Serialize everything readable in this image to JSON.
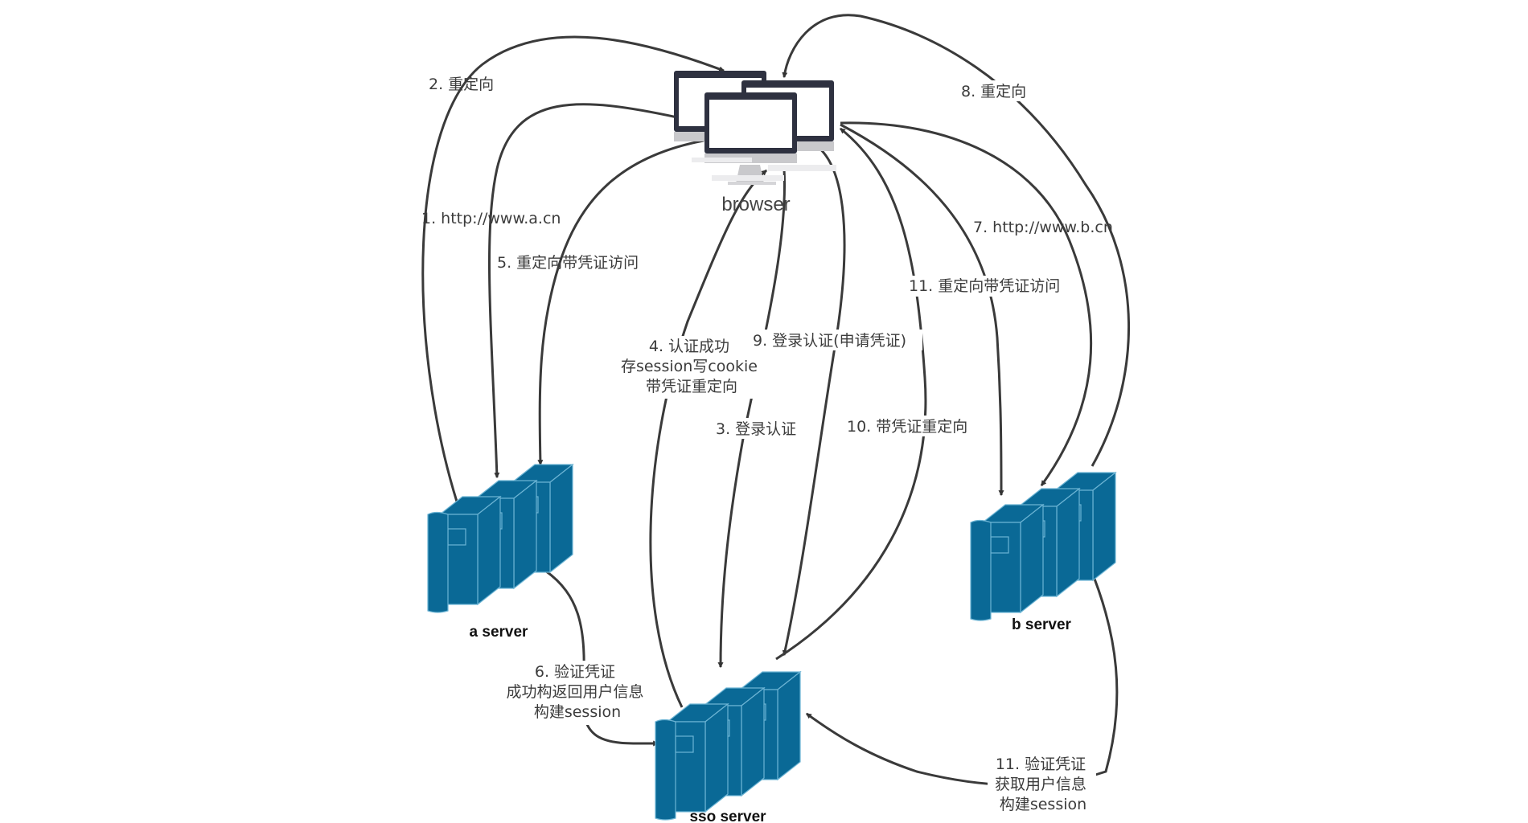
{
  "nodes": {
    "browser": {
      "label": "browser"
    },
    "a_server": {
      "label": "a server"
    },
    "b_server": {
      "label": "b server"
    },
    "sso_server": {
      "label": "sso server"
    }
  },
  "colors": {
    "server_fill": "#0a6996",
    "server_edge": "#6cb4d4",
    "edge_stroke": "#3a3a3a",
    "monitor_frame": "#2e3140"
  },
  "edges": [
    {
      "id": "e1",
      "from": "browser",
      "to": "a_server",
      "lines": [
        "1. http://www.a.cn"
      ]
    },
    {
      "id": "e2",
      "from": "a_server",
      "to": "browser",
      "lines": [
        "2. 重定向"
      ]
    },
    {
      "id": "e3",
      "from": "browser",
      "to": "sso_server",
      "lines": [
        "3. 登录认证"
      ]
    },
    {
      "id": "e4",
      "from": "sso_server",
      "to": "browser",
      "lines": [
        "4. 认证成功",
        "存session写cookie",
        "带凭证重定向"
      ]
    },
    {
      "id": "e5",
      "from": "browser",
      "to": "a_server",
      "lines": [
        "5. 重定向带凭证访问"
      ]
    },
    {
      "id": "e6",
      "from": "a_server",
      "to": "sso_server",
      "lines": [
        "6. 验证凭证",
        "成功构返回用户信息",
        "构建session"
      ]
    },
    {
      "id": "e7",
      "from": "browser",
      "to": "b_server",
      "lines": [
        "7. http://www.b.cn"
      ]
    },
    {
      "id": "e8",
      "from": "b_server",
      "to": "browser",
      "lines": [
        "8. 重定向"
      ]
    },
    {
      "id": "e9",
      "from": "browser",
      "to": "sso_server",
      "lines": [
        "9. 登录认证(申请凭证)"
      ]
    },
    {
      "id": "e10",
      "from": "sso_server",
      "to": "browser",
      "lines": [
        "10. 带凭证重定向"
      ]
    },
    {
      "id": "e11a",
      "from": "browser",
      "to": "b_server",
      "lines": [
        "11. 重定向带凭证访问"
      ]
    },
    {
      "id": "e11b",
      "from": "b_server",
      "to": "sso_server",
      "lines": [
        "11. 验证凭证",
        "获取用户信息",
        "构建session"
      ]
    }
  ]
}
